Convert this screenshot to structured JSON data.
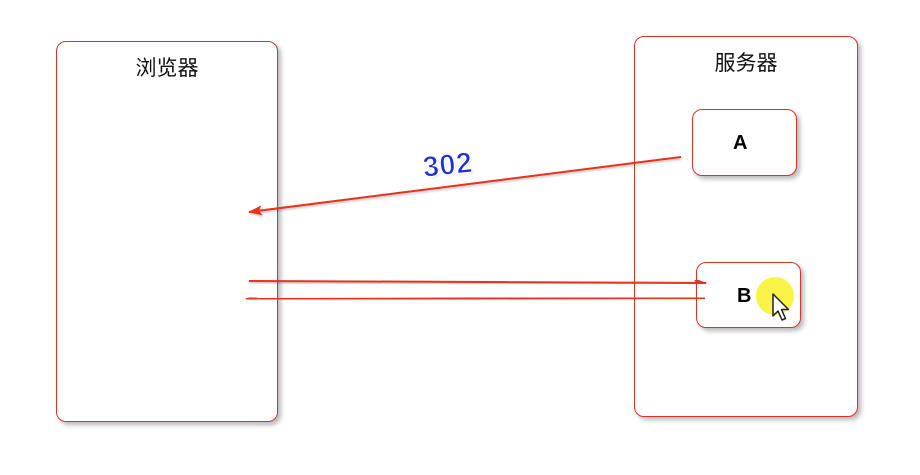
{
  "browser": {
    "title": "浏览器"
  },
  "server": {
    "title": "服务器",
    "nodes": [
      {
        "label": "A"
      },
      {
        "label": "B"
      }
    ]
  },
  "redirect": {
    "status_code": "302"
  },
  "colors": {
    "arrow": "#e8301c",
    "box_border": "#d8342a",
    "status_text": "#1f2fd6",
    "cursor_highlight": "#faf028"
  },
  "icons": {
    "pointer": "mouse-pointer-icon"
  }
}
